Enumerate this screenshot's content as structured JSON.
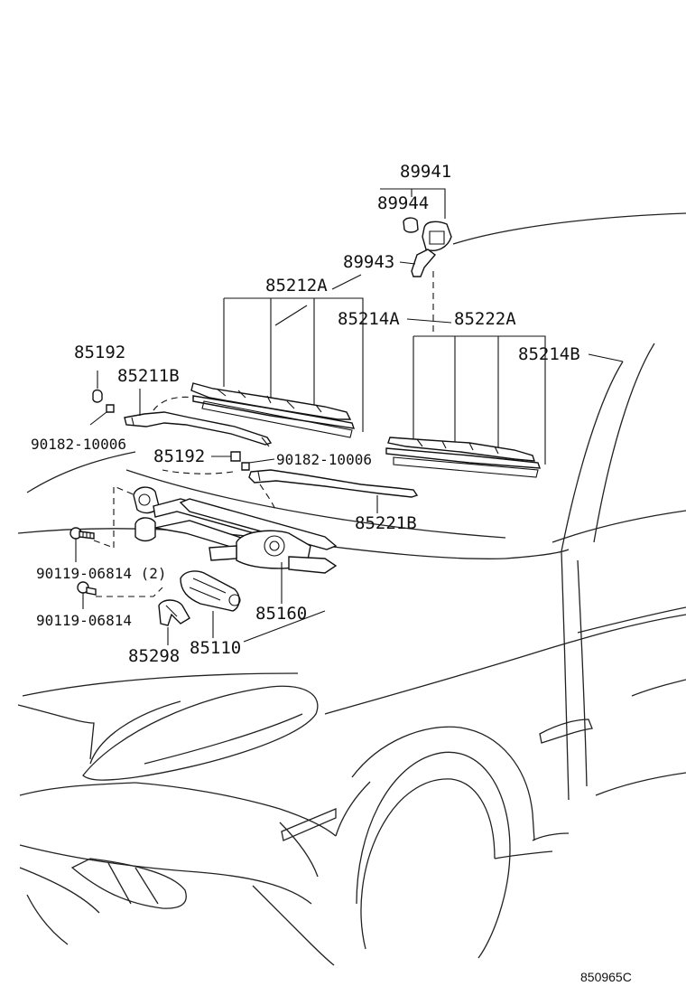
{
  "labels": {
    "p89941": "89941",
    "p89944": "89944",
    "p89943": "89943",
    "p85212A": "85212A",
    "p85214A": "85214A",
    "p85222A": "85222A",
    "p85214B": "85214B",
    "p85192_top": "85192",
    "p85211B": "85211B",
    "p90182_left": "90182-10006",
    "p85192_mid": "85192",
    "p90182_right": "90182-10006",
    "p85221B": "85221B",
    "p90119_2": "90119-06814 (2)",
    "p90119": "90119-06814",
    "p85160": "85160",
    "p85298": "85298",
    "p85110": "85110"
  },
  "diagram_code": "850965C"
}
